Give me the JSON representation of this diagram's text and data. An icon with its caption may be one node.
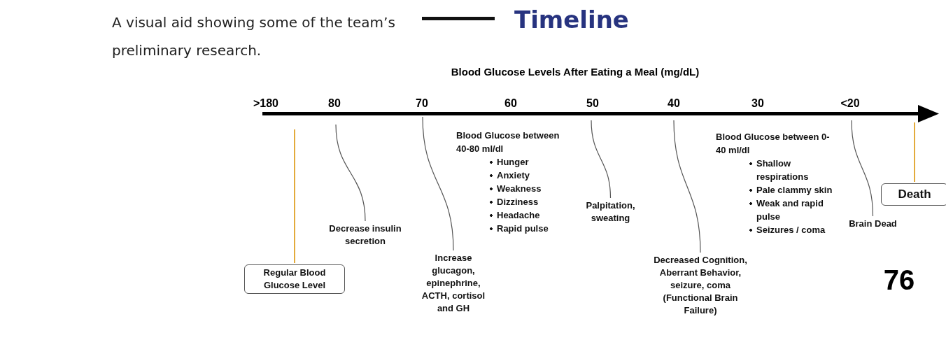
{
  "diagram": {
    "title": "Timeline",
    "caption": "A visual aid showing some of the team’s preliminary research.",
    "nodes": [
      {
        "text": [
          "Regular Blood Glucose Level"
        ]
      },
      {
        "text": [
          "Decrease insulin secretion"
        ]
      },
      {
        "text": [
          "Increase glucagon, epinephrine, ACTH, cortisol and GH"
        ]
      },
      {
        "text": [
          "Palpitation, sweating"
        ]
      },
      {
        "text": [
          "Decreased Cognition, Aberrant Behavior, seizure, coma (Functional Brain Failure)"
        ]
      },
      {
        "text": [
          "Brain Dead"
        ]
      },
      {
        "text": [
          "Death"
        ]
      }
    ],
    "edges": [
      {
        "from": 0,
        "to": null,
        "arrow": "none",
        "color": "#e3ab3c"
      },
      {
        "from": 1,
        "to": null,
        "arrow": "none"
      },
      {
        "from": 2,
        "to": null,
        "arrow": "none"
      },
      {
        "from": 3,
        "to": null,
        "arrow": "none"
      },
      {
        "from": 4,
        "to": null,
        "arrow": "none"
      },
      {
        "from": 5,
        "to": null,
        "arrow": "none"
      },
      {
        "from": 6,
        "to": null,
        "arrow": "none",
        "color": "#e3ab3c"
      }
    ],
    "labels": [
      "Blood Glucose Levels After Eating a Meal (mg/dL)",
      ">180",
      "80",
      "70",
      "60",
      "50",
      "40",
      "30",
      "<20",
      "Blood Glucose between 40-80 ml/dl",
      "Hunger",
      "Anxiety",
      "Weakness",
      "Dizziness",
      "Headache",
      "Rapid pulse",
      "Blood Glucose between 0-40 ml/dl",
      "Shallow respirations",
      "Pale clammy skin",
      "Weak and rapid pulse",
      "Seizures / coma",
      "76"
    ]
  }
}
